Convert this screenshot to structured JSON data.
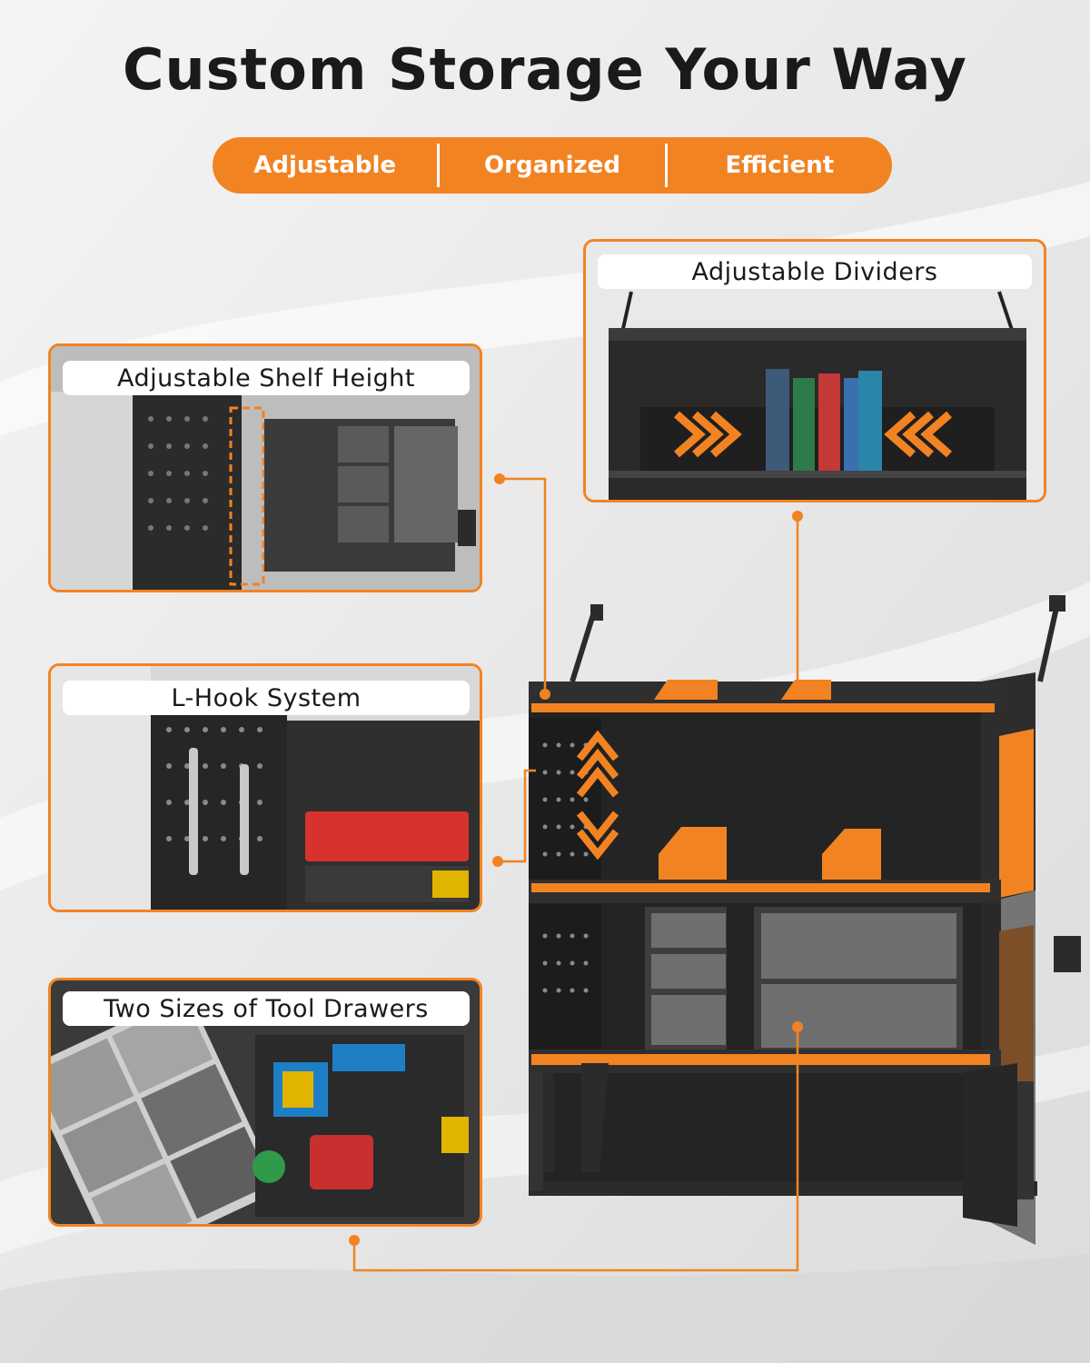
{
  "headline": "Custom Storage Your Way",
  "features": [
    "Adjustable",
    "Organized",
    "Efficient"
  ],
  "callouts": {
    "dividers": "Adjustable Dividers",
    "shelf_height": "Adjustable Shelf Height",
    "l_hook": "L-Hook System",
    "drawers": "Two Sizes of Tool Drawers"
  },
  "colors": {
    "accent": "#f28322",
    "rack_dark": "#2b2b2b",
    "rack_mid": "#3a3a3a",
    "drawer": "#6f6f6f"
  }
}
